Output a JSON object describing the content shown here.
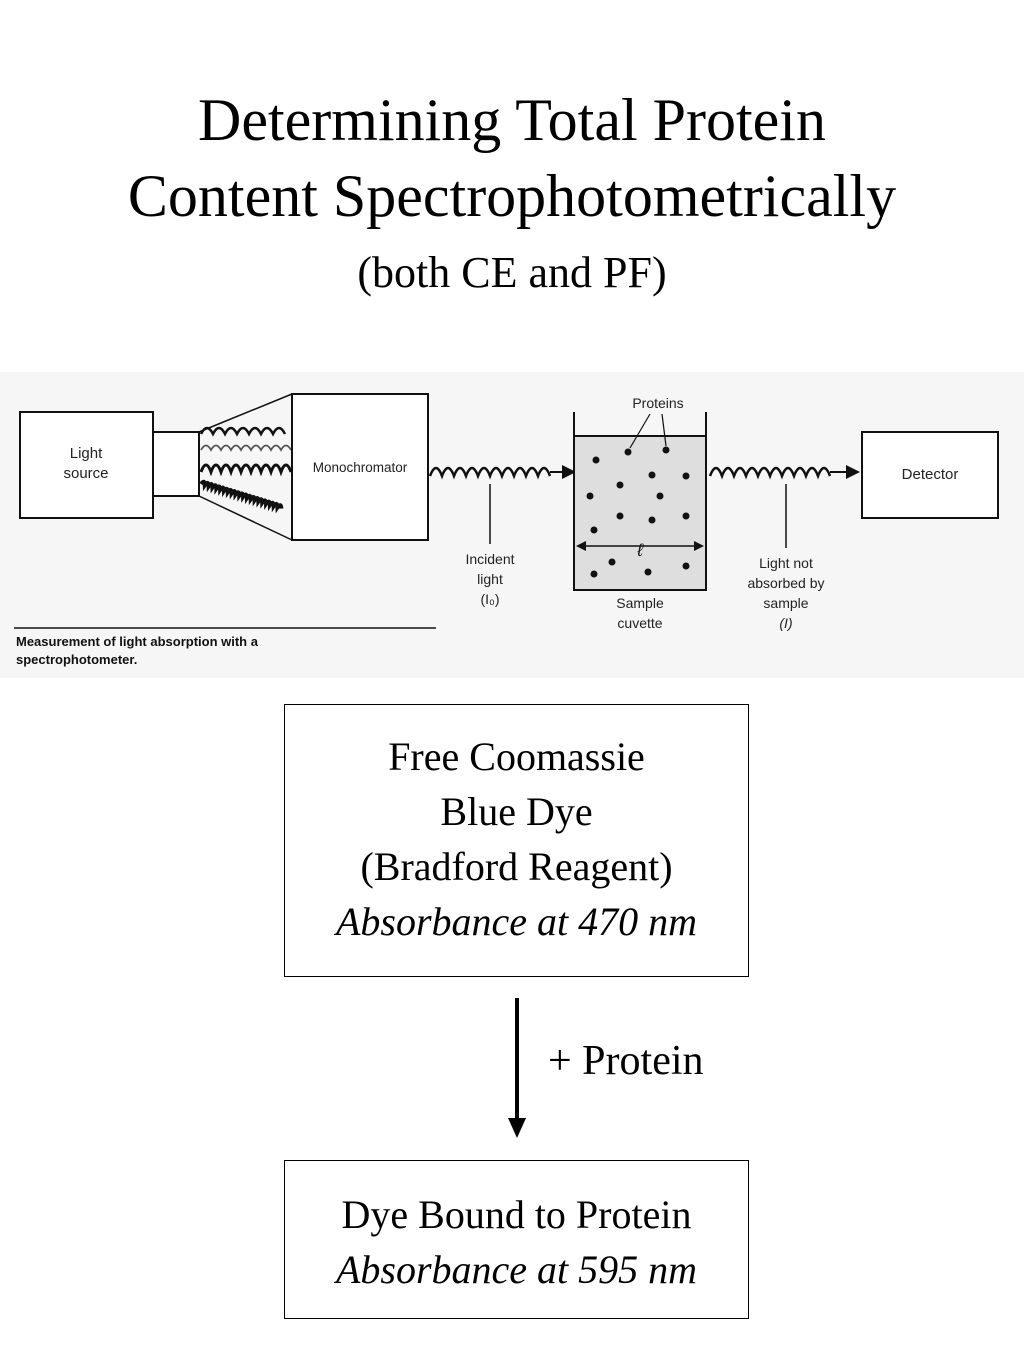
{
  "title": {
    "line1": "Determining Total Protein",
    "line2": "Content Spectrophotometrically",
    "subtitle": "(both CE and PF)"
  },
  "figure": {
    "light_source": [
      "Light",
      "source"
    ],
    "monochromator": "Monochromator",
    "proteins": "Proteins",
    "detector": "Detector",
    "incident": [
      "Incident",
      "light",
      "(I₀)"
    ],
    "cuvette": [
      "Sample",
      "cuvette"
    ],
    "not_absorbed": [
      "Light not",
      "absorbed by",
      "sample",
      "(I)"
    ],
    "path_symbol": "ℓ",
    "caption": [
      "Measurement of light absorption with a",
      "spectrophotometer."
    ]
  },
  "flow": {
    "box1": {
      "line1": "Free Coomassie",
      "line2": "Blue Dye",
      "line3": "(Bradford Reagent)",
      "line4": "Absorbance at 470 nm"
    },
    "arrow_label": "+ Protein",
    "box2": {
      "line1": "Dye Bound to Protein",
      "line2": "Absorbance at 595 nm"
    }
  }
}
